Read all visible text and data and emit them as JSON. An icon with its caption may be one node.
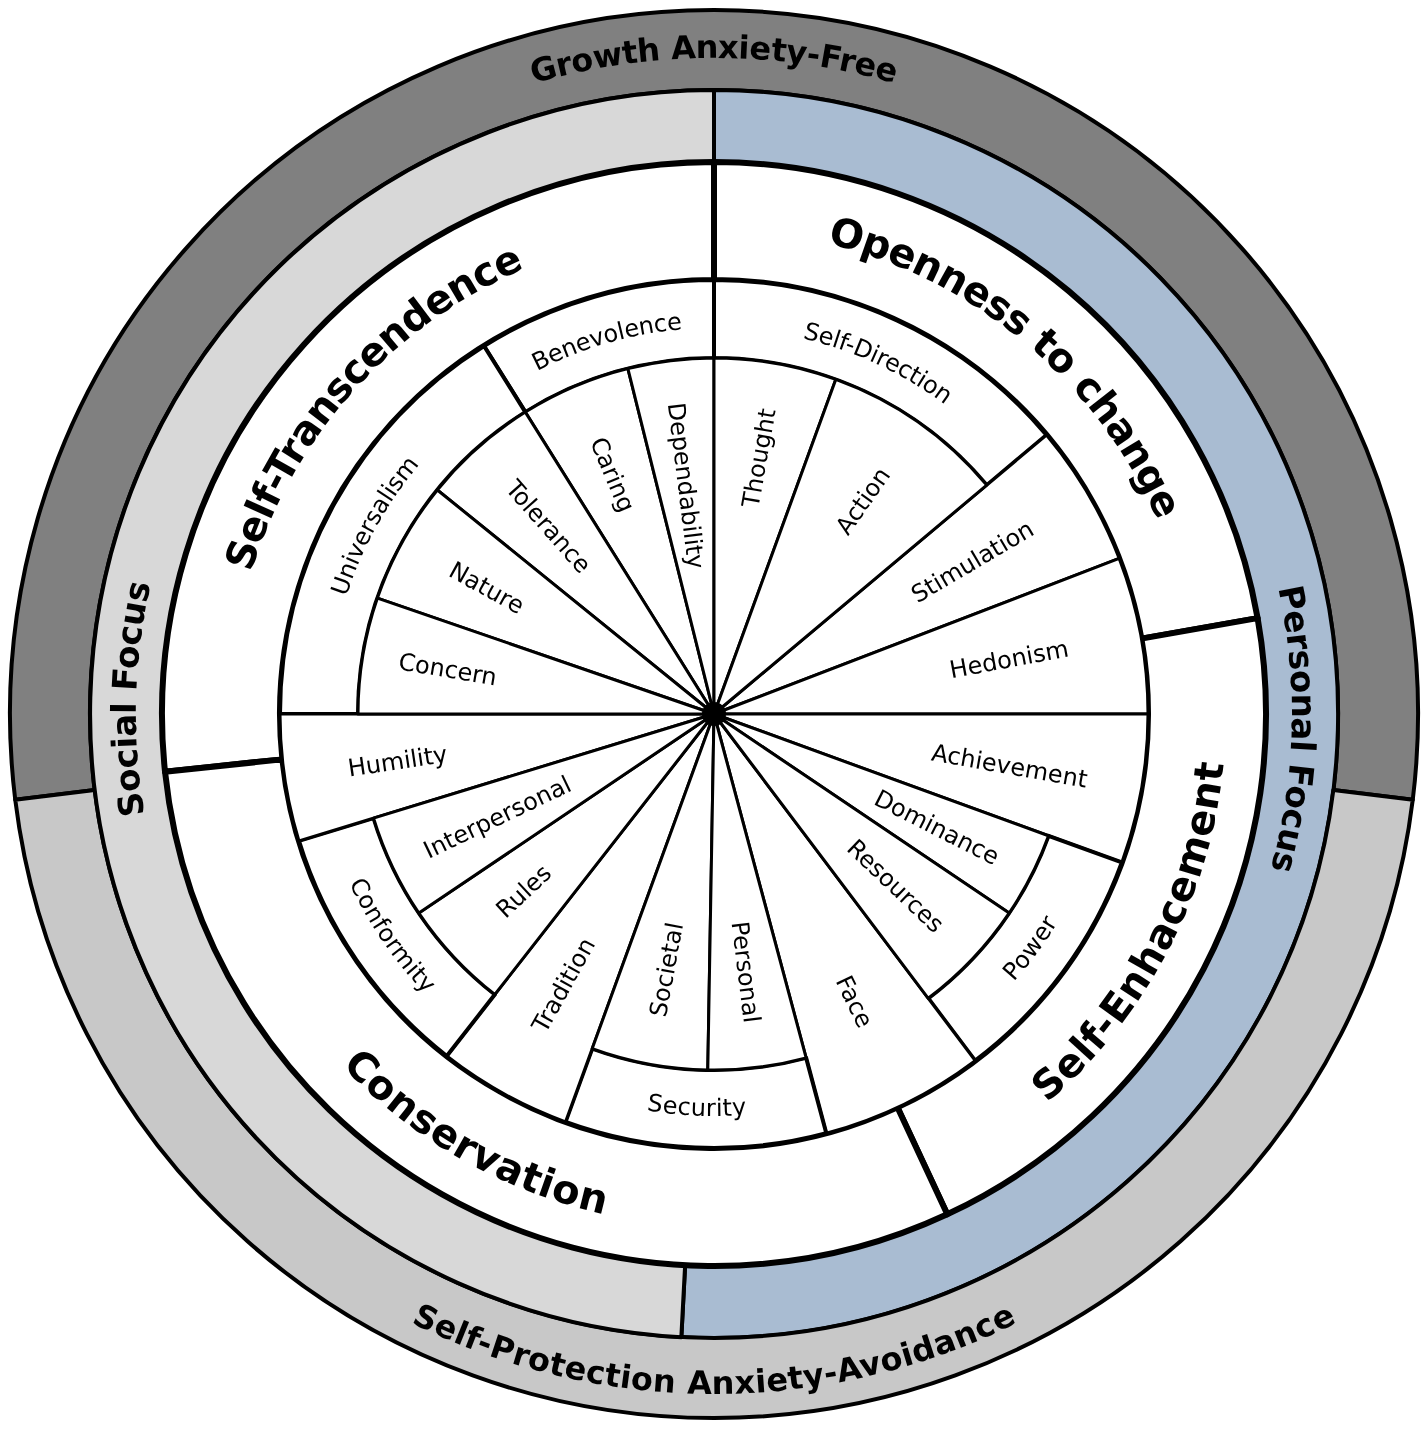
{
  "diagram": {
    "nodes": [
      {
        "text": [
          "Growth Anxiety-Free"
        ]
      },
      {
        "text": [
          "Personal Focus"
        ]
      },
      {
        "text": [
          "Self-Protection Anxiety-Avoidance"
        ]
      },
      {
        "text": [
          "Social Focus"
        ]
      },
      {
        "text": [
          "Self-Transcendence"
        ]
      },
      {
        "text": [
          "Openness to change"
        ]
      },
      {
        "text": [
          "Self-Enhacement"
        ]
      },
      {
        "text": [
          "Conservation"
        ]
      },
      {
        "text": [
          "Benevolence"
        ]
      },
      {
        "text": [
          "Universalism"
        ]
      },
      {
        "text": [
          "Self-Direction"
        ]
      },
      {
        "text": [
          "Stimulation"
        ]
      },
      {
        "text": [
          "Hedonism"
        ]
      },
      {
        "text": [
          "Achievement"
        ]
      },
      {
        "text": [
          "Power"
        ]
      },
      {
        "text": [
          "Face"
        ]
      },
      {
        "text": [
          "Security"
        ]
      },
      {
        "text": [
          "Tradition"
        ]
      },
      {
        "text": [
          "Conformity"
        ]
      },
      {
        "text": [
          "Humility"
        ]
      },
      {
        "text": [
          "Caring"
        ]
      },
      {
        "text": [
          "Dependability"
        ]
      },
      {
        "text": [
          "Tolerance"
        ]
      },
      {
        "text": [
          "Nature"
        ]
      },
      {
        "text": [
          "Concern"
        ]
      },
      {
        "text": [
          "Thought"
        ]
      },
      {
        "text": [
          "Action"
        ]
      },
      {
        "text": [
          "Dominance"
        ]
      },
      {
        "text": [
          "Resources"
        ]
      },
      {
        "text": [
          "Societal"
        ]
      },
      {
        "text": [
          "Personal"
        ]
      },
      {
        "text": [
          "Rules"
        ]
      },
      {
        "text": [
          "Interpersonal"
        ]
      }
    ]
  }
}
